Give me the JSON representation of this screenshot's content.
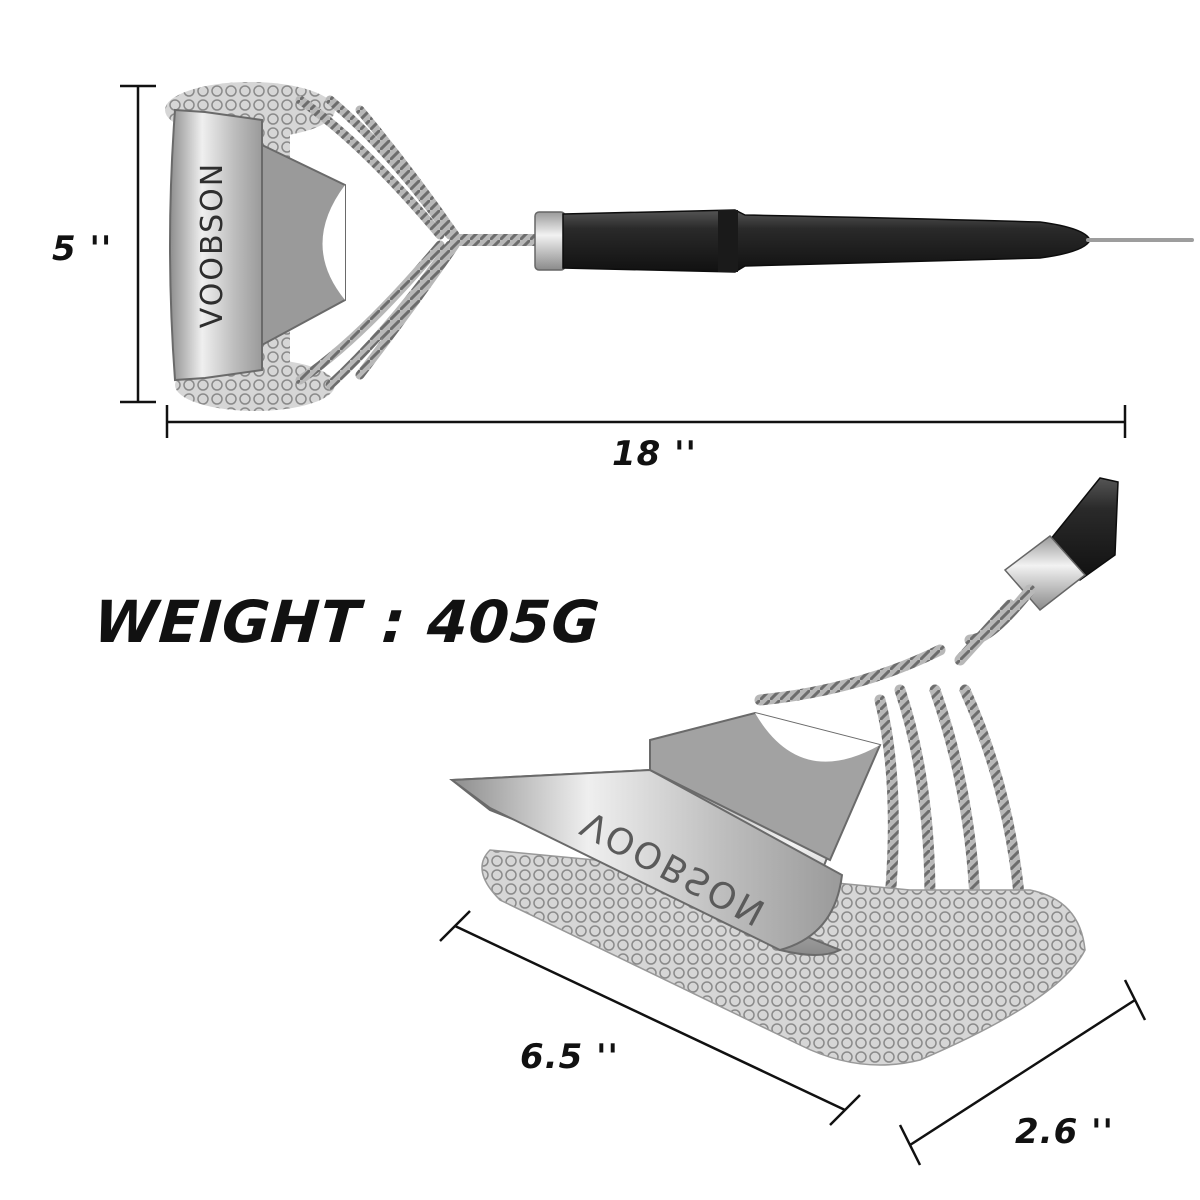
{
  "dimensions": {
    "height": "5 ''",
    "length": "18 ''",
    "head_length": "6.5 ''",
    "head_width": "2.6 ''"
  },
  "weight": "WEIGHT : 405G",
  "brand": "VOOBSON",
  "colors": {
    "steel": "#c9c9c9",
    "handle": "#2b2b2b",
    "text": "#111111"
  }
}
